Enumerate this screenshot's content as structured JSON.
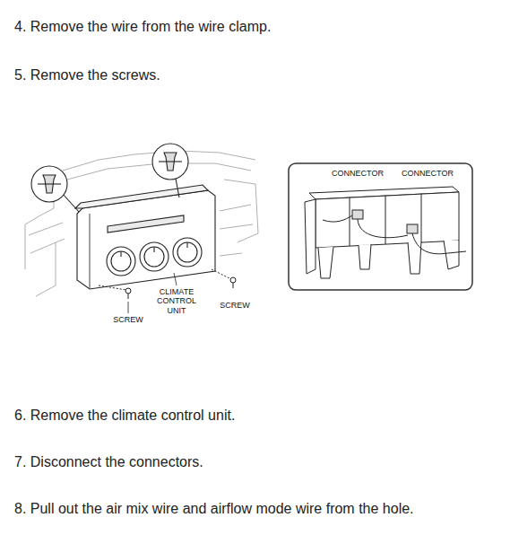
{
  "diagram": {
    "labels": [
      "4. Remove the wire from the wire clamp.",
      "5. Remove the screws.",
      "CLIMATE CONTROL UNIT",
      "SCREW",
      "SCREW",
      "CONNECTOR",
      "CONNECTOR",
      "6. Remove the climate control unit.",
      "7. Disconnect the connectors.",
      "8. Pull out the air mix wire and airflow mode wire from the hole."
    ]
  }
}
